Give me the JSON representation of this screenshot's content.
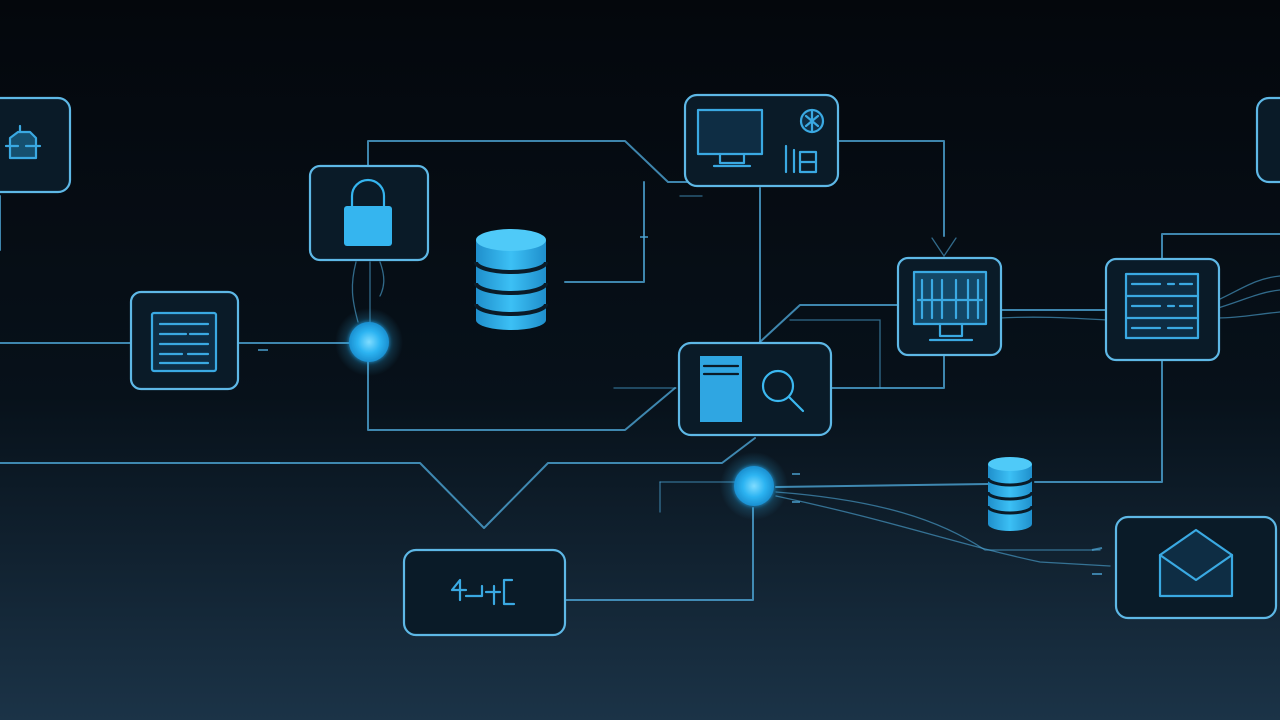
{
  "colors": {
    "background_top": "#04070c",
    "background_bottom": "#1b3347",
    "wire": "#4ea8d8",
    "node_border": "#5eb8e6",
    "node_fill": "#0a1b28",
    "icon_accent": "#2fb0ec",
    "hub_glow": "#39c2ff"
  },
  "diagram": {
    "nodes": [
      {
        "name": "node-cloud-left",
        "icon": "cloud-icon"
      },
      {
        "name": "node-lock",
        "icon": "lock-icon"
      },
      {
        "name": "node-document",
        "icon": "document-icon"
      },
      {
        "name": "node-monitor",
        "icon": "monitor-icon"
      },
      {
        "name": "node-server-search",
        "icon": "server-search-icon"
      },
      {
        "name": "node-terminal",
        "icon": "terminal-icon"
      },
      {
        "name": "node-rack",
        "icon": "server-rack-icon"
      },
      {
        "name": "node-circuit",
        "icon": "circuit-icon"
      },
      {
        "name": "node-mail",
        "icon": "envelope-icon"
      },
      {
        "name": "node-edge-right",
        "icon": "partial-node"
      }
    ],
    "standalone_icons": [
      "database-icon",
      "database-small-icon"
    ],
    "hubs": [
      "hub-upper",
      "hub-lower"
    ]
  }
}
